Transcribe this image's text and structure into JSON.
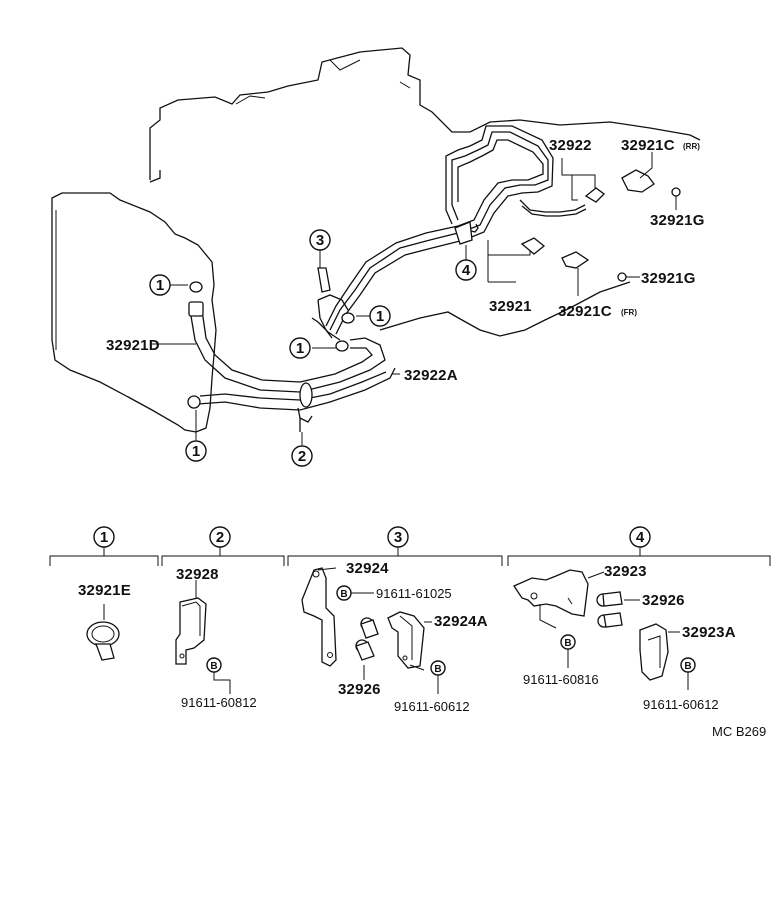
{
  "labels": {
    "p32922": "32922",
    "p32921c_rr": "32921C",
    "p32921c_rr_suffix": "(RR)",
    "p32921g_a": "32921G",
    "p32921": "32921",
    "p32921g_b": "32921G",
    "p32921c_fr": "32921C",
    "p32921c_fr_suffix": "(FR)",
    "p32921d": "32921D",
    "p32922a": "32922A",
    "p32921e": "32921E",
    "p32928": "32928",
    "p91611_60812": "91611-60812",
    "p32924": "32924",
    "p91611_61025": "91611-61025",
    "p32924a": "32924A",
    "p32926_a": "32926",
    "p91611_60612_a": "91611-60612",
    "p32923": "32923",
    "p32926_b": "32926",
    "p91611_60816": "91611-60816",
    "p32923a": "32923A",
    "p91611_60612_b": "91611-60612",
    "code": "MC B269"
  },
  "callouts": {
    "c1": "1",
    "c2": "2",
    "c3": "3",
    "c4": "4"
  },
  "bolt_symbol": "B"
}
